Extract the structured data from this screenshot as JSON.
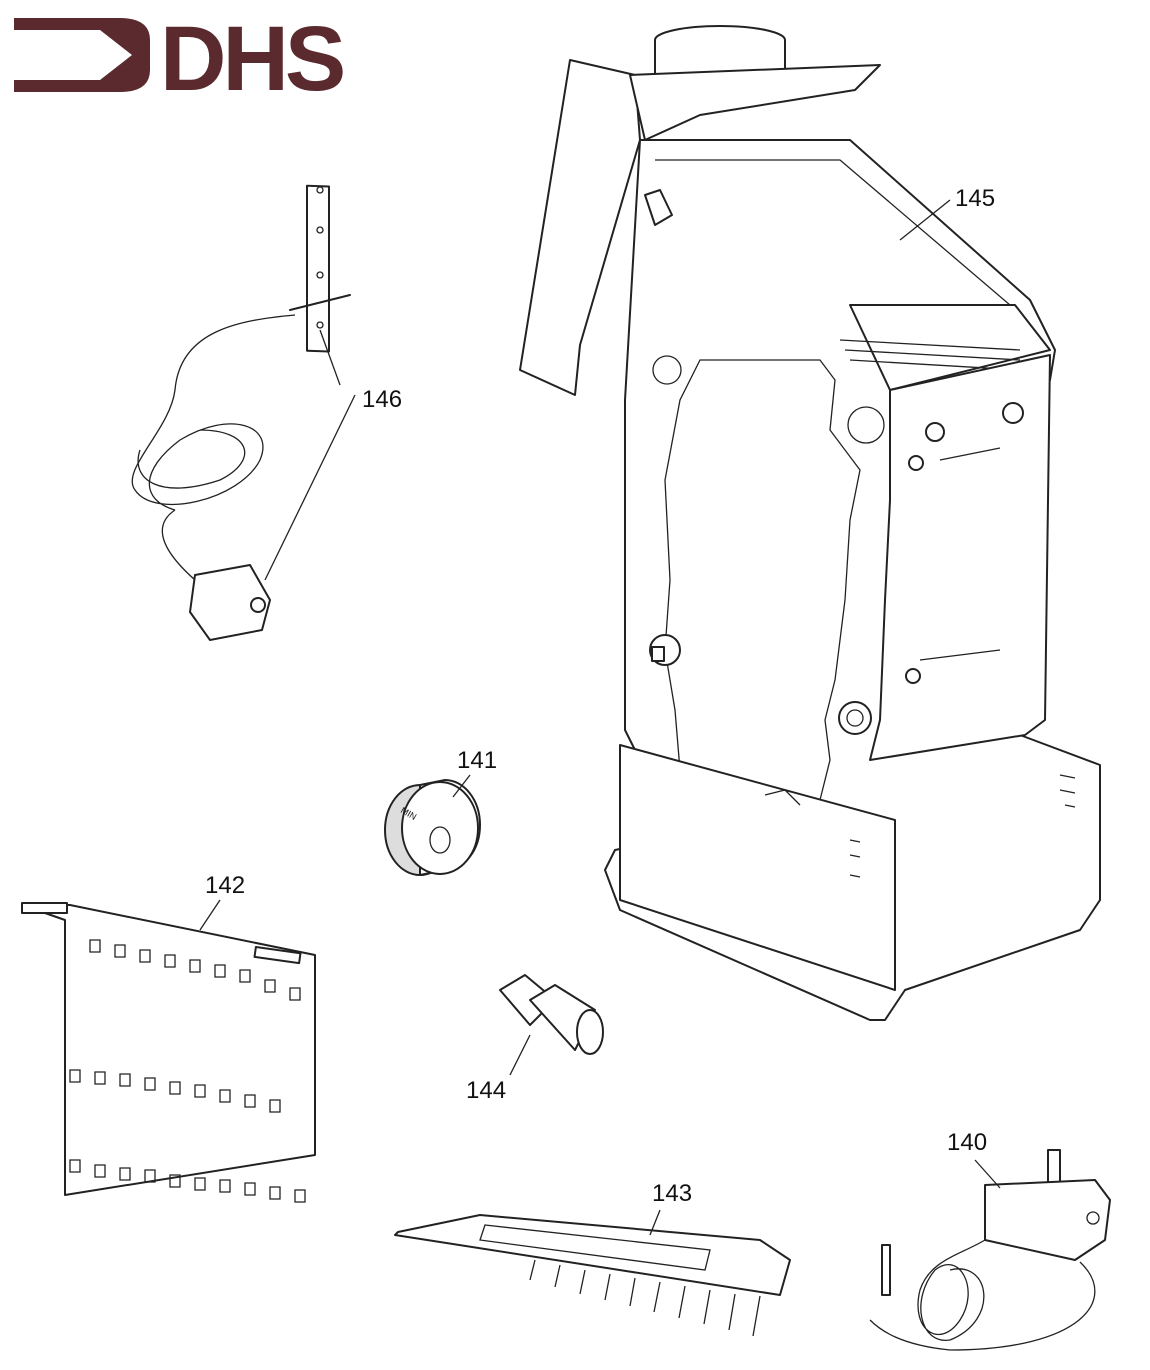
{
  "logo": {
    "text": "DHS",
    "color": "#5a2a2e"
  },
  "parts": [
    {
      "number": "140"
    },
    {
      "number": "141",
      "marking": "MIN"
    },
    {
      "number": "142"
    },
    {
      "number": "143"
    },
    {
      "number": "144"
    },
    {
      "number": "145"
    },
    {
      "number": "146"
    }
  ]
}
